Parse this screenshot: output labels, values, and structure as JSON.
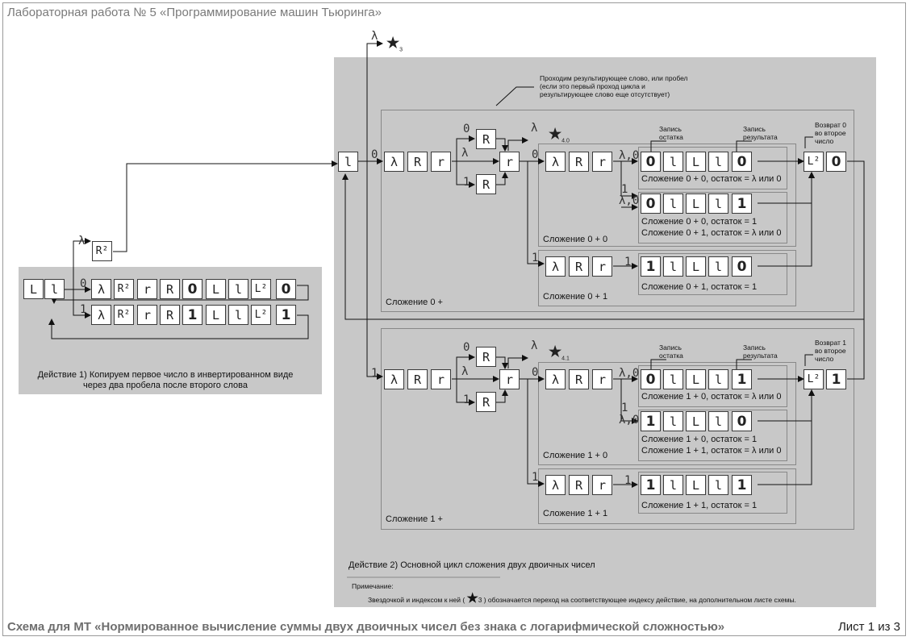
{
  "header": {
    "title": "Лабораторная работа № 5 «Программирование машин Тьюринга»"
  },
  "footer": {
    "caption": "Схема для МТ «Нормированное вычисление суммы двух двоичных чисел без знака с логарифмической сложностью»",
    "sheet": "Лист 1 из 3"
  },
  "symbols": {
    "lambda": "λ",
    "R": "R",
    "r": "r",
    "L": "L",
    "l": "l",
    "R2": "R²",
    "L2": "L²",
    "zero": "0",
    "one": "1",
    "lambda0": "λ,0",
    "star": "★",
    "star3": "3",
    "star40": "4.0",
    "star41": "4.1"
  },
  "labels": {
    "action1": "Действие 1) Копируем первое число в инвертированном виде через два пробела после второго слова",
    "action2": "Действие 2) Основной цикл сложения двух двоичных чисел",
    "pass_note": "Проходим результирующее слово, или пробел (если это первый проход цикла и результирующее слово еще отсутствует)",
    "zapis_ostatka": "Запись остатка",
    "zapis_rezultata": "Запись результата",
    "vozvrat0": "Возврат 0 во второе число",
    "vozvrat1": "Возврат 1 во второе число",
    "slozh0plus": "Сложение 0 +",
    "slozh1plus": "Сложение 1 +",
    "slozh00": "Сложение 0 + 0",
    "slozh01": "Сложение 0 + 1",
    "slozh10": "Сложение 1 + 0",
    "slozh11": "Сложение 1 + 1",
    "s00_rem_lambda": "Сложение 0 + 0, остаток = λ или 0",
    "s00_rem1": "Сложение 0 + 0, остаток = 1",
    "s01_rem_lambda": "Сложение 0 + 1, остаток = λ или 0",
    "s01_rem1": "Сложение 0 + 1, остаток = 1",
    "s10_rem_lambda": "Сложение 1 + 0, остаток = λ или 0",
    "s10_rem1": "Сложение 1 + 0, остаток = 1",
    "s11_rem_lambda": "Сложение 1 + 1, остаток = λ или 0",
    "s11_rem1": "Сложение 1 + 1, остаток = 1",
    "note_title": "Примечание:",
    "note_pre": "Звездочкой и индексом к ней (",
    "note_post": ") обозначается переход на соответствующее индексу действие, на дополнительном листе схемы."
  }
}
